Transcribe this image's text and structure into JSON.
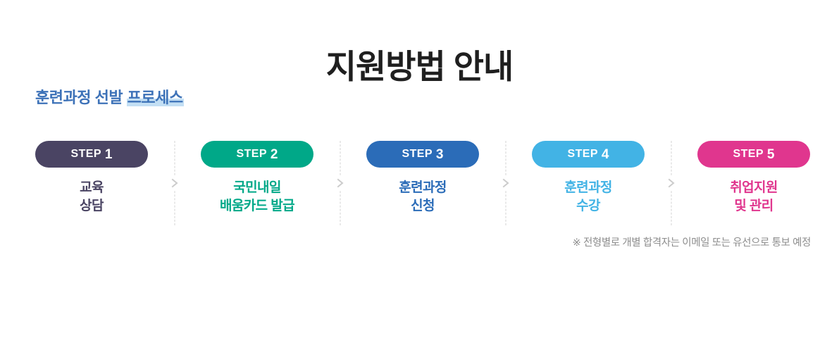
{
  "page": {
    "title": "지원방법 안내",
    "background_color": "#ffffff",
    "title_color": "#1f1f1f"
  },
  "subtitle": {
    "plain_text": "훈련과정 선발 ",
    "highlighted_text": "프로세스",
    "text_color": "#3d72b8",
    "highlight_color": "#c3dff4"
  },
  "process": {
    "separator_icon": "chevron-right-icon",
    "separator_line_color": "#d3d3d3",
    "separator_chevron_color": "#cccccc",
    "steps": [
      {
        "pill_word": "STEP",
        "pill_number": "1",
        "label_line1": "교육",
        "label_line2": "상담",
        "color": "#4a4463"
      },
      {
        "pill_word": "STEP",
        "pill_number": "2",
        "label_line1": "국민내일",
        "label_line2": "배움카드 발급",
        "color": "#00a888"
      },
      {
        "pill_word": "STEP",
        "pill_number": "3",
        "label_line1": "훈련과정",
        "label_line2": "신청",
        "color": "#2b6cb8"
      },
      {
        "pill_word": "STEP",
        "pill_number": "4",
        "label_line1": "훈련과정",
        "label_line2": "수강",
        "color": "#42b3e5"
      },
      {
        "pill_word": "STEP",
        "pill_number": "5",
        "label_line1": "취업지원",
        "label_line2": "및 관리",
        "color": "#e0368e"
      }
    ]
  },
  "footnote": {
    "text": "※ 전형별로 개별 합격자는 이메일 또는 유선으로 통보 예정",
    "color": "#8d8d8d"
  }
}
